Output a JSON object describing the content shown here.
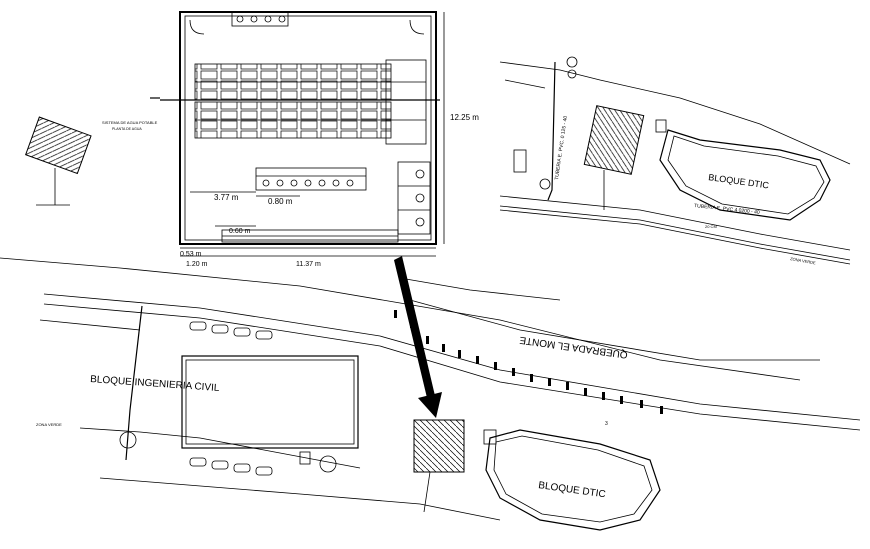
{
  "main_plan": {
    "dimensions": {
      "height_right": "12.25 m",
      "width_left": "3.77 m",
      "width_mid": "0.80 m",
      "width_lower": "0.60 m",
      "bottom_a": "0.53 m",
      "bottom_b": "1.20 m",
      "bottom_total": "11.37 m"
    },
    "side_note_title": "SISTEMA DE AGUA POTABLE",
    "side_note_sub": "PLANTA DE AGUA"
  },
  "right_site": {
    "building_label": "BLOQUE DTIC",
    "pipe_label": "TUBERIA E. PVC. 0 125 - 40",
    "pipe_label_2": "TUBERIA E. PVC 4 0200 - 40",
    "small_note": "20 CM",
    "road_note": "ZONA VERDE"
  },
  "lower_site": {
    "building_civil": "BLOQUE INGENIERIA CIVIL",
    "building_dtic": "BLOQUE DTIC",
    "creek": "QUEBRADA EL MONTE",
    "road_note": "ZONA VERDE",
    "small_note": "3"
  }
}
